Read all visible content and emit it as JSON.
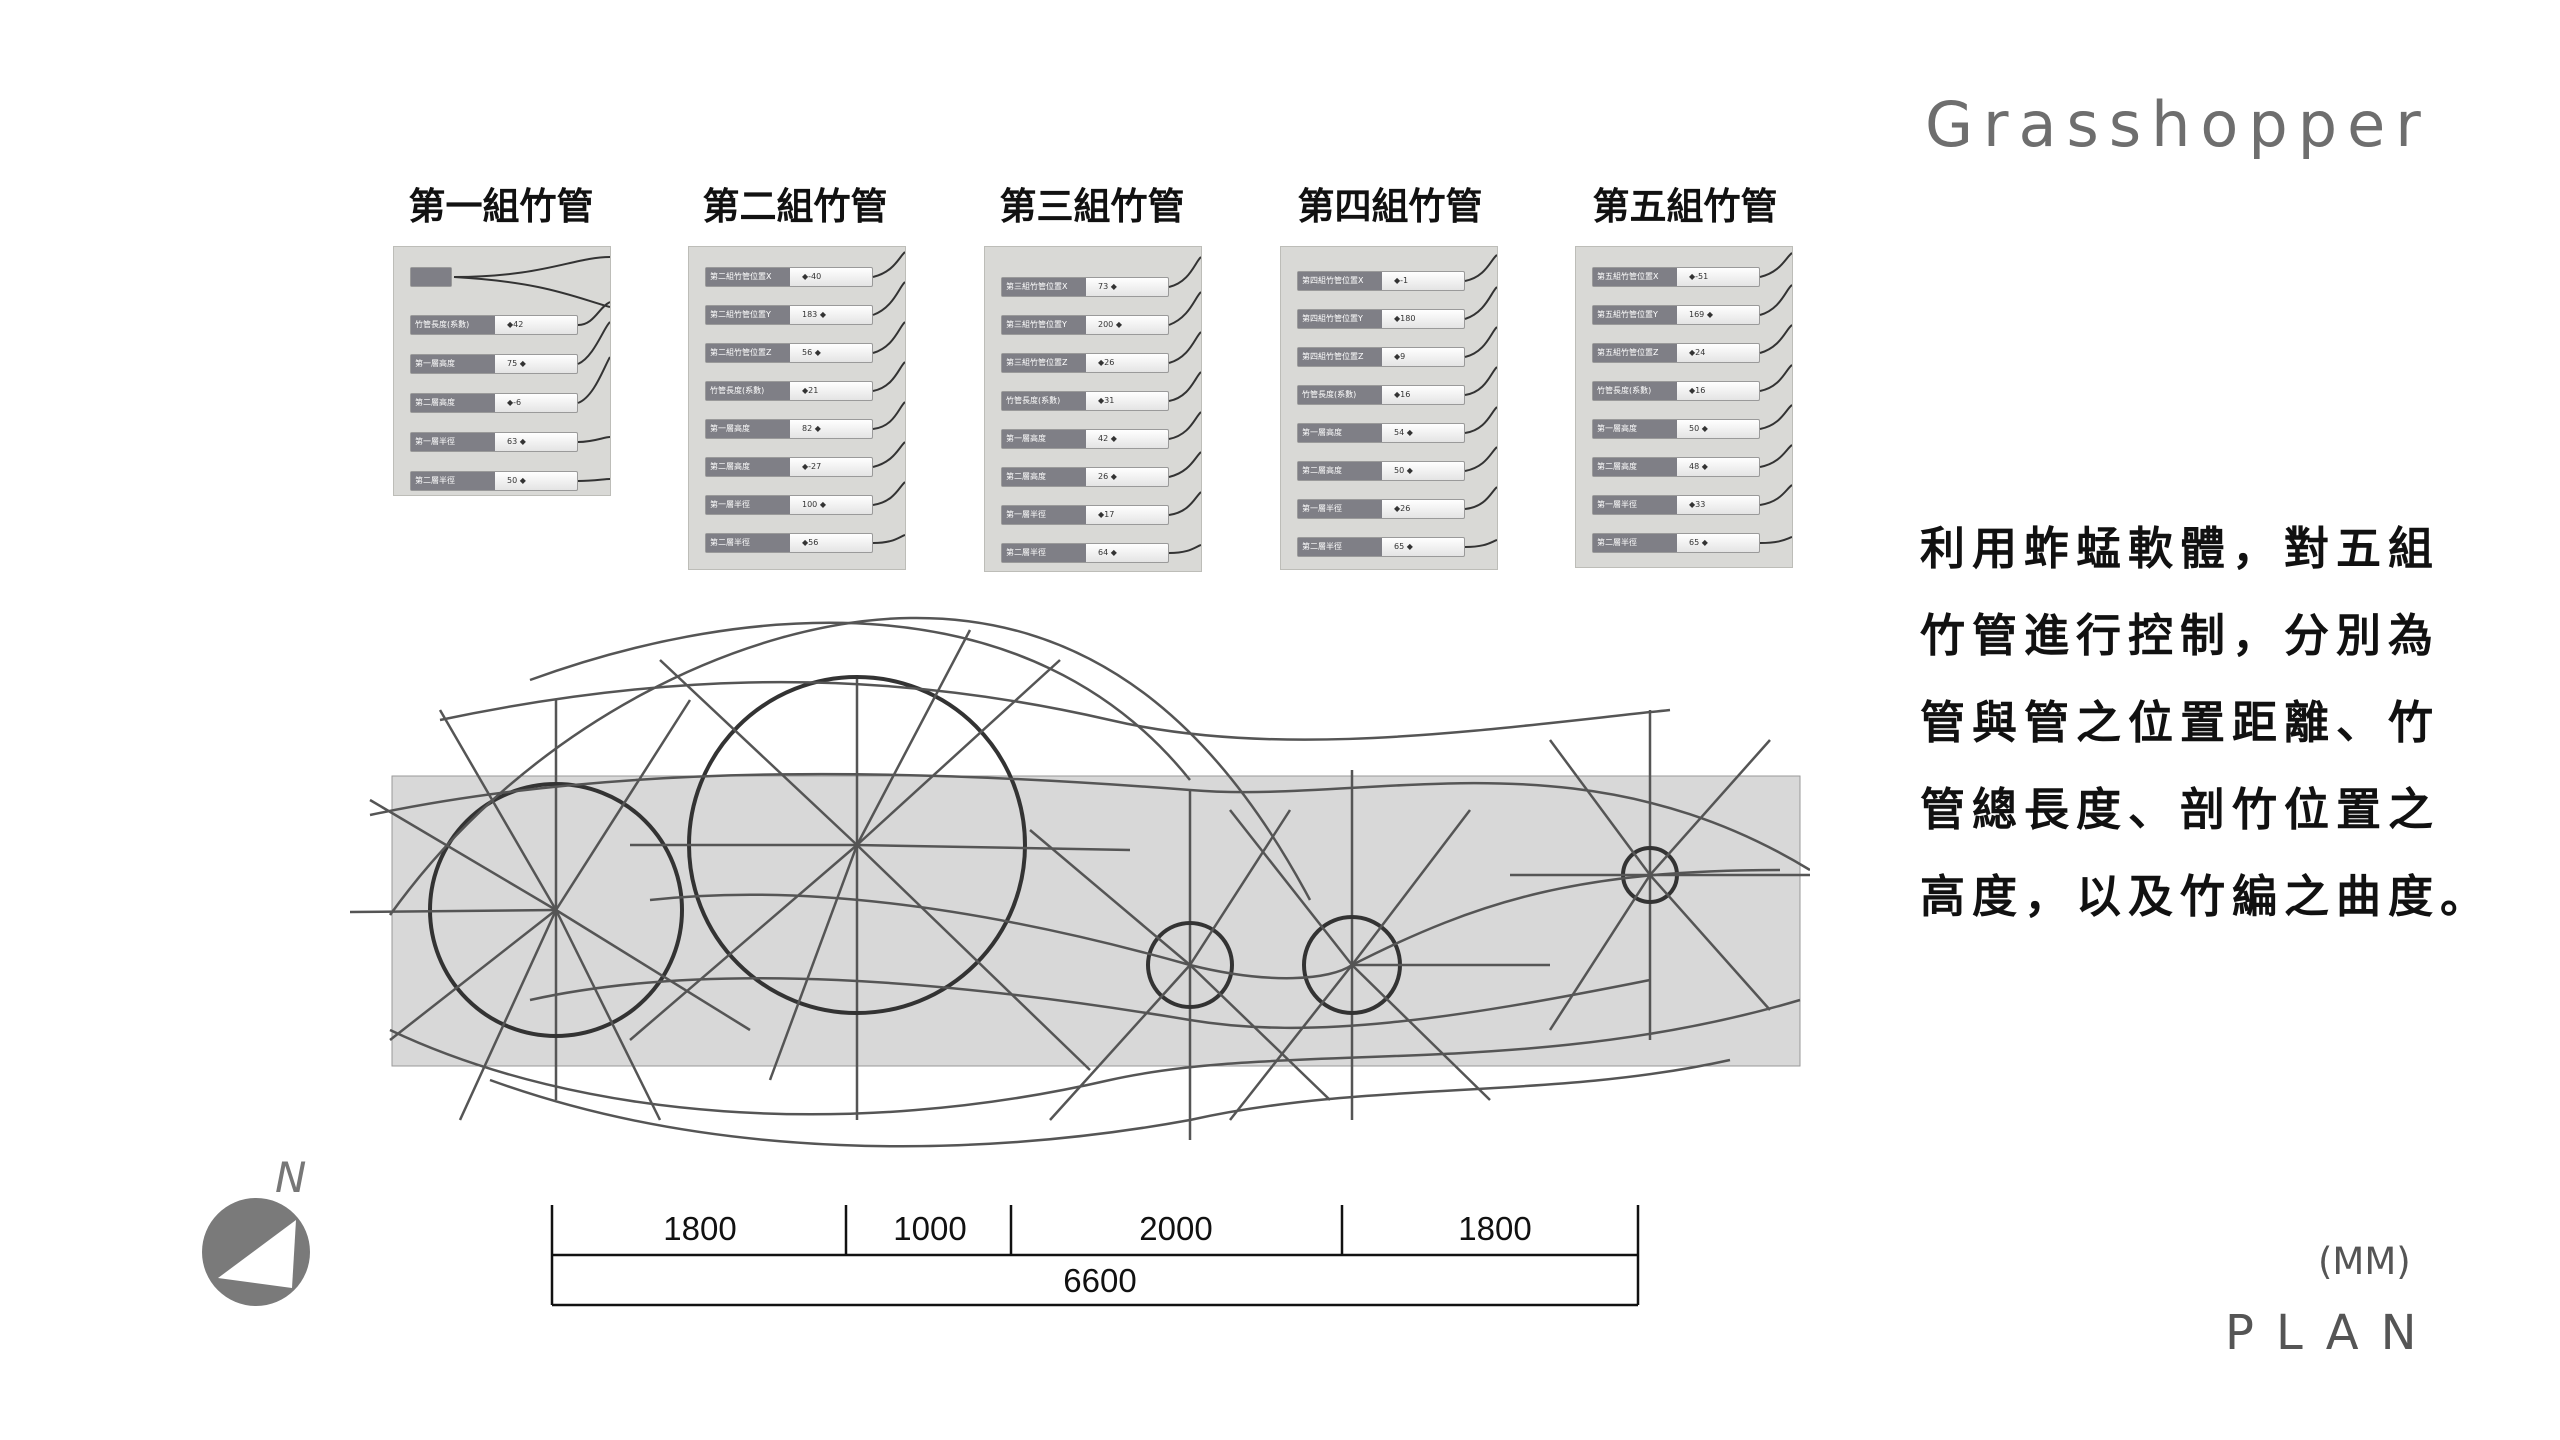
{
  "header": {
    "app_title": "Grasshopper"
  },
  "groups": [
    {
      "title": "第一組竹管",
      "rows": [
        {
          "label": "",
          "value": ""
        },
        {
          "label": "竹管長度(系數)",
          "value": "◆42"
        },
        {
          "label": "第一層高度",
          "value": "75 ◆"
        },
        {
          "label": "第二層高度",
          "value": "◆-6"
        },
        {
          "label": "第一層半徑",
          "value": "63 ◆"
        },
        {
          "label": "第二層半徑",
          "value": "50 ◆"
        }
      ]
    },
    {
      "title": "第二組竹管",
      "rows": [
        {
          "label": "第二組竹管位置X",
          "value": "◆-40"
        },
        {
          "label": "第二組竹管位置Y",
          "value": "183 ◆"
        },
        {
          "label": "第二組竹管位置Z",
          "value": "56 ◆"
        },
        {
          "label": "竹管長度(系數)",
          "value": "◆21"
        },
        {
          "label": "第一層高度",
          "value": "82 ◆"
        },
        {
          "label": "第二層高度",
          "value": "◆-27"
        },
        {
          "label": "第一層半徑",
          "value": "100 ◆"
        },
        {
          "label": "第二層半徑",
          "value": "◆56"
        }
      ]
    },
    {
      "title": "第三組竹管",
      "rows": [
        {
          "label": "第三組竹管位置X",
          "value": "73 ◆"
        },
        {
          "label": "第三組竹管位置Y",
          "value": "200 ◆"
        },
        {
          "label": "第三組竹管位置Z",
          "value": "◆26"
        },
        {
          "label": "竹管長度(系數)",
          "value": "◆31"
        },
        {
          "label": "第一層高度",
          "value": "42 ◆"
        },
        {
          "label": "第二層高度",
          "value": "26 ◆"
        },
        {
          "label": "第一層半徑",
          "value": "◆17"
        },
        {
          "label": "第二層半徑",
          "value": "64 ◆"
        }
      ]
    },
    {
      "title": "第四組竹管",
      "rows": [
        {
          "label": "第四組竹管位置X",
          "value": "◆-1"
        },
        {
          "label": "第四組竹管位置Y",
          "value": "◆180"
        },
        {
          "label": "第四組竹管位置Z",
          "value": "◆9"
        },
        {
          "label": "竹管長度(系數)",
          "value": "◆16"
        },
        {
          "label": "第一層高度",
          "value": "54 ◆"
        },
        {
          "label": "第二層高度",
          "value": "50 ◆"
        },
        {
          "label": "第一層半徑",
          "value": "◆26"
        },
        {
          "label": "第二層半徑",
          "value": "65 ◆"
        }
      ]
    },
    {
      "title": "第五組竹管",
      "rows": [
        {
          "label": "第五組竹管位置X",
          "value": "◆-51"
        },
        {
          "label": "第五組竹管位置Y",
          "value": "169 ◆"
        },
        {
          "label": "第五組竹管位置Z",
          "value": "◆24"
        },
        {
          "label": "竹管長度(系數)",
          "value": "◆16"
        },
        {
          "label": "第一層高度",
          "value": "50 ◆"
        },
        {
          "label": "第二層高度",
          "value": "48 ◆"
        },
        {
          "label": "第一層半徑",
          "value": "◆33"
        },
        {
          "label": "第二層半徑",
          "value": "65 ◆"
        }
      ]
    }
  ],
  "description": {
    "lines": [
      "利用蚱蜢軟體，對五組",
      "竹管進行控制，分別為",
      "管與管之位置距離、竹",
      "管總長度、剖竹位置之",
      "高度，以及竹編之曲度。"
    ]
  },
  "dimensions": {
    "segments": [
      "1800",
      "1000",
      "2000",
      "1800"
    ],
    "total": "6600"
  },
  "footer": {
    "units": "(MM)",
    "view_label": "PLAN",
    "north_label": "N"
  },
  "colors": {
    "title_gray": "#6e6e6e",
    "plan_fill": "#d8d8d8",
    "wire": "#555555"
  }
}
